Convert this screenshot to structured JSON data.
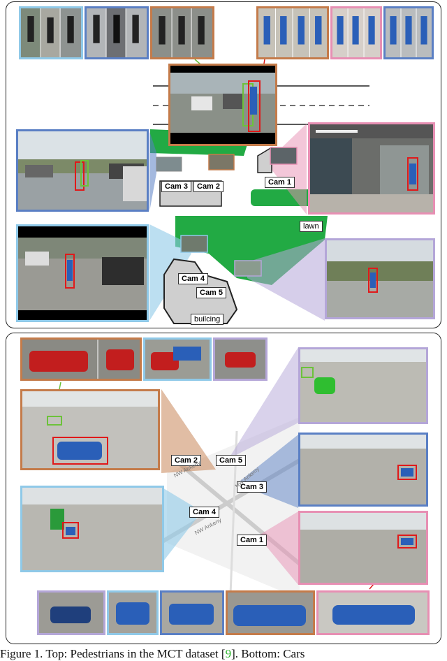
{
  "top": {
    "cams": [
      "Cam 1",
      "Cam 2",
      "Cam 3",
      "Cam 4",
      "Cam 5"
    ],
    "lawn_label": "lawn",
    "building_label": "builcing"
  },
  "bottom": {
    "cams": [
      "Cam 1",
      "Cam 2",
      "Cam 3",
      "Cam 4",
      "Cam 5"
    ],
    "street_labels": [
      "NW Ankeny",
      "NW Ankeny",
      "NW Ankeny"
    ]
  },
  "caption": {
    "prefix": "Figure 1. Top: Pedestrians in the MCT dataset [",
    "ref": "9",
    "suffix": "]. Bottom: Cars"
  },
  "colors": {
    "light_blue": "#8fc9e8",
    "blue": "#5a7fc4",
    "orange": "#c47b4a",
    "pink": "#e78fb3",
    "lavender": "#b4a6d8",
    "lawn_green": "#22aa44",
    "red_box": "#e0191a",
    "green_box": "#6cc23a"
  }
}
